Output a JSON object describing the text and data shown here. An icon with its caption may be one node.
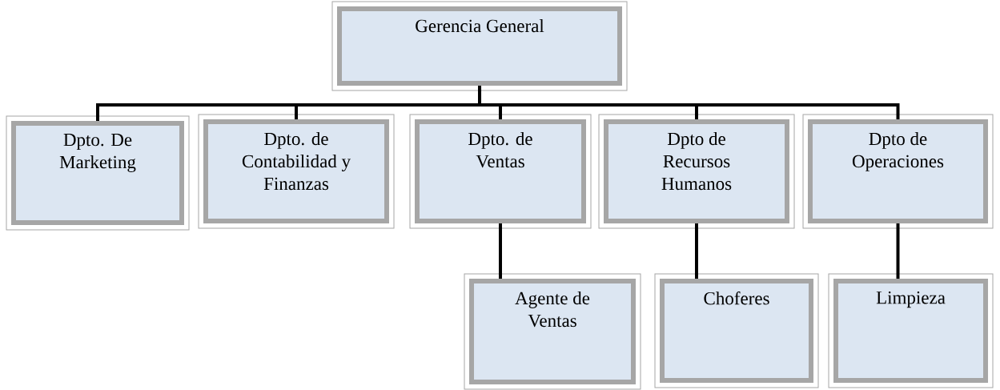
{
  "diagram": {
    "nodes": [
      {
        "text": [
          "Gerencia General"
        ]
      },
      {
        "text": [
          "Dpto. De Marketing"
        ]
      },
      {
        "text": [
          "Dpto. de Contabilidad y Finanzas"
        ]
      },
      {
        "text": [
          "Dpto. de Ventas"
        ]
      },
      {
        "text": [
          "Dpto de Recursos Humanos"
        ]
      },
      {
        "text": [
          "Dpto de Operaciones"
        ]
      },
      {
        "text": [
          "Agente de Ventas"
        ]
      },
      {
        "text": [
          "Choferes"
        ]
      },
      {
        "text": [
          "Limpieza"
        ]
      }
    ],
    "edges": [
      {
        "from": 0,
        "to": 1,
        "arrow": "none"
      },
      {
        "from": 0,
        "to": 2,
        "arrow": "none"
      },
      {
        "from": 0,
        "to": 3,
        "arrow": "none"
      },
      {
        "from": 0,
        "to": 4,
        "arrow": "none"
      },
      {
        "from": 0,
        "to": 5,
        "arrow": "none"
      },
      {
        "from": 3,
        "to": 6,
        "arrow": "none"
      },
      {
        "from": 4,
        "to": 7,
        "arrow": "none"
      },
      {
        "from": 5,
        "to": 8,
        "arrow": "none"
      }
    ]
  }
}
